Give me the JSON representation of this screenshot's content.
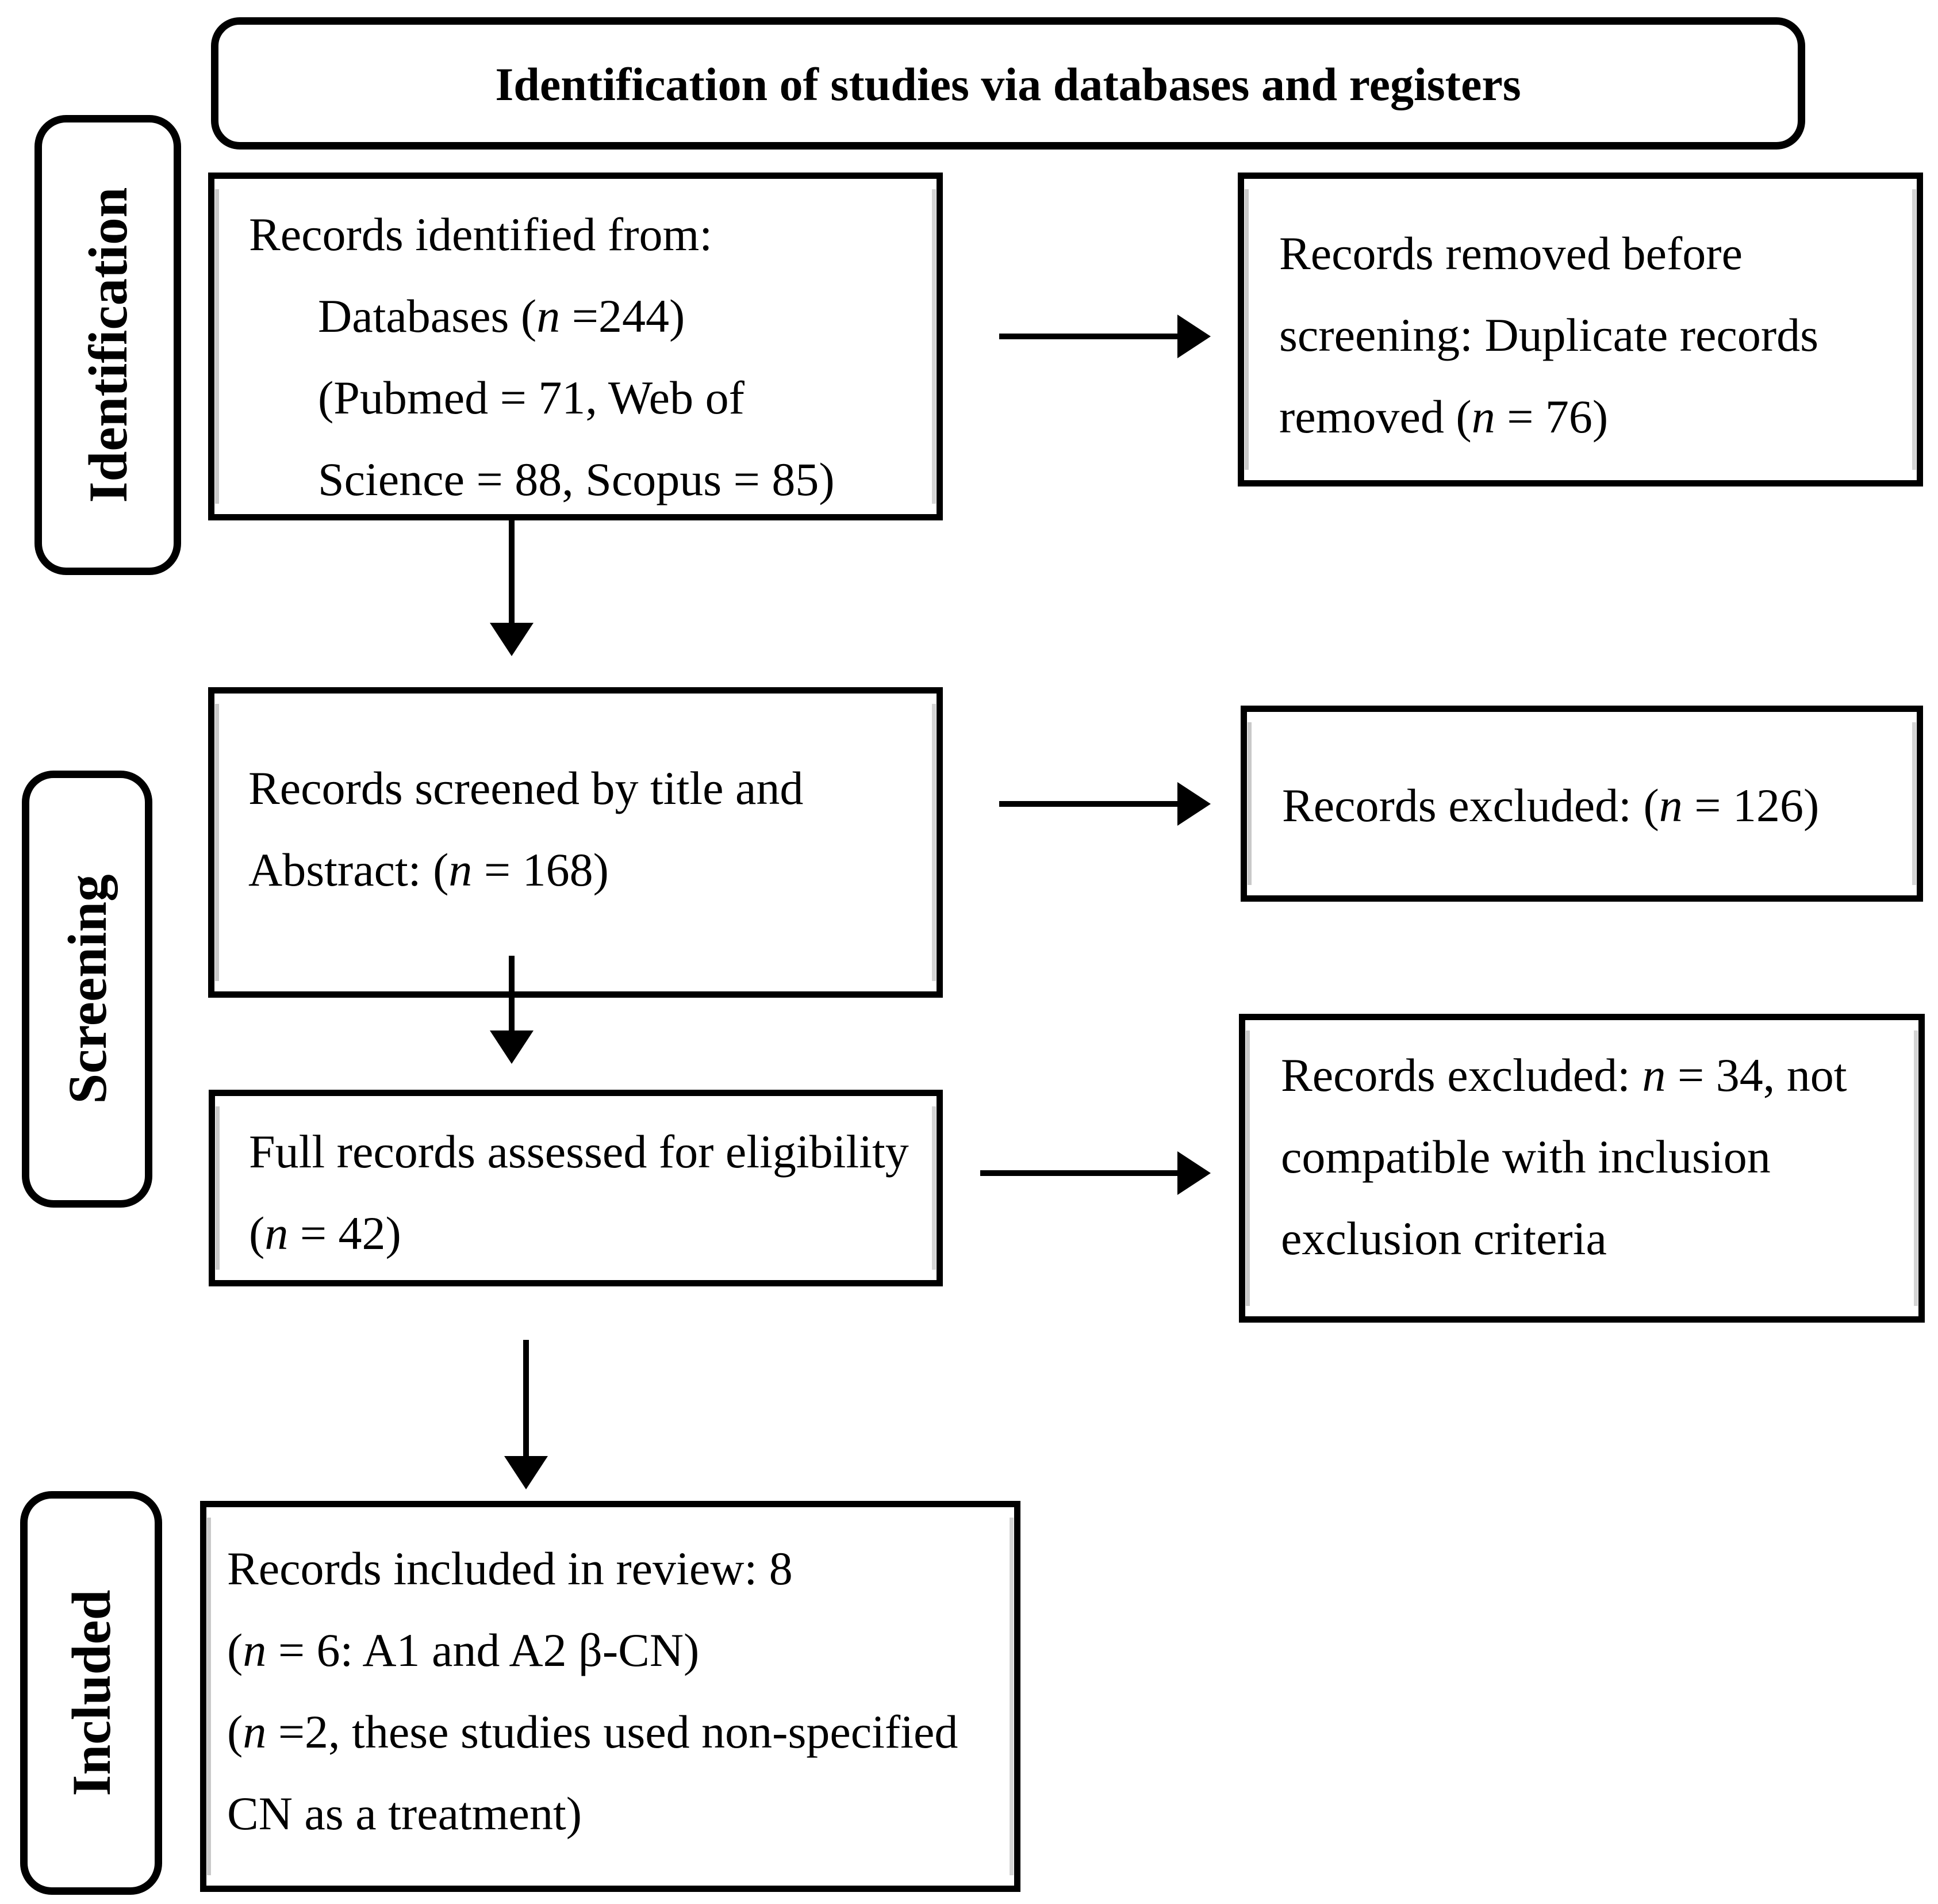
{
  "colors": {
    "line": "#000000",
    "background": "#ffffff",
    "scan_artifact": "#c9c9c9"
  },
  "title_banner": {
    "text": "Identification of studies via databases and registers"
  },
  "stage_labels": {
    "identification": "Identification",
    "screening": "Screening",
    "included": "Included"
  },
  "boxes": {
    "records_identified": {
      "lines": [
        {
          "segments": [
            {
              "text": "Records identified from:",
              "italic": false
            }
          ]
        },
        {
          "segments": [
            {
              "text": "Databases (",
              "italic": false
            },
            {
              "text": "n",
              "italic": true
            },
            {
              "text": " =244)",
              "italic": false
            }
          ]
        },
        {
          "segments": [
            {
              "text": "(Pubmed = 71, Web of",
              "italic": false
            }
          ]
        },
        {
          "segments": [
            {
              "text": "Science = 88, Scopus = 85)",
              "italic": false
            }
          ]
        }
      ]
    },
    "records_removed": {
      "lines": [
        {
          "segments": [
            {
              "text": "Records removed before",
              "italic": false
            }
          ]
        },
        {
          "segments": [
            {
              "text": "screening: Duplicate records",
              "italic": false
            }
          ]
        },
        {
          "segments": [
            {
              "text": "removed (",
              "italic": false
            },
            {
              "text": "n",
              "italic": true
            },
            {
              "text": " = 76)",
              "italic": false
            }
          ]
        }
      ]
    },
    "records_screened": {
      "lines": [
        {
          "segments": [
            {
              "text": "Records screened by title and",
              "italic": false
            }
          ]
        },
        {
          "segments": [
            {
              "text": "Abstract: (",
              "italic": false
            },
            {
              "text": "n",
              "italic": true
            },
            {
              "text": " = 168)",
              "italic": false
            }
          ]
        }
      ]
    },
    "records_excluded_screening": {
      "lines": [
        {
          "segments": [
            {
              "text": "Records excluded: (",
              "italic": false
            },
            {
              "text": "n",
              "italic": true
            },
            {
              "text": " = 126)",
              "italic": false
            }
          ]
        }
      ]
    },
    "full_records_assessed": {
      "lines": [
        {
          "segments": [
            {
              "text": "Full records assessed for eligibility",
              "italic": false
            }
          ]
        },
        {
          "segments": [
            {
              "text": "(",
              "italic": false
            },
            {
              "text": "n",
              "italic": true
            },
            {
              "text": " = 42)",
              "italic": false
            }
          ]
        }
      ]
    },
    "records_excluded_eligibility": {
      "lines": [
        {
          "segments": [
            {
              "text": "Records excluded: ",
              "italic": false
            },
            {
              "text": "n",
              "italic": true
            },
            {
              "text": " = 34, not",
              "italic": false
            }
          ]
        },
        {
          "segments": [
            {
              "text": "compatible with inclusion",
              "italic": false
            }
          ]
        },
        {
          "segments": [
            {
              "text": "exclusion criteria",
              "italic": false
            }
          ]
        }
      ]
    },
    "records_included": {
      "lines": [
        {
          "segments": [
            {
              "text": "Records included in review: 8",
              "italic": false
            }
          ]
        },
        {
          "segments": [
            {
              "text": "(",
              "italic": false
            },
            {
              "text": "n",
              "italic": true
            },
            {
              "text": " = 6: A1 and A2 β-CN)",
              "italic": false
            }
          ]
        },
        {
          "segments": [
            {
              "text": "(",
              "italic": false
            },
            {
              "text": "n",
              "italic": true
            },
            {
              "text": " =2, these studies used non-specified",
              "italic": false
            }
          ]
        },
        {
          "segments": [
            {
              "text": "CN as a treatment)",
              "italic": false
            }
          ]
        }
      ]
    }
  }
}
